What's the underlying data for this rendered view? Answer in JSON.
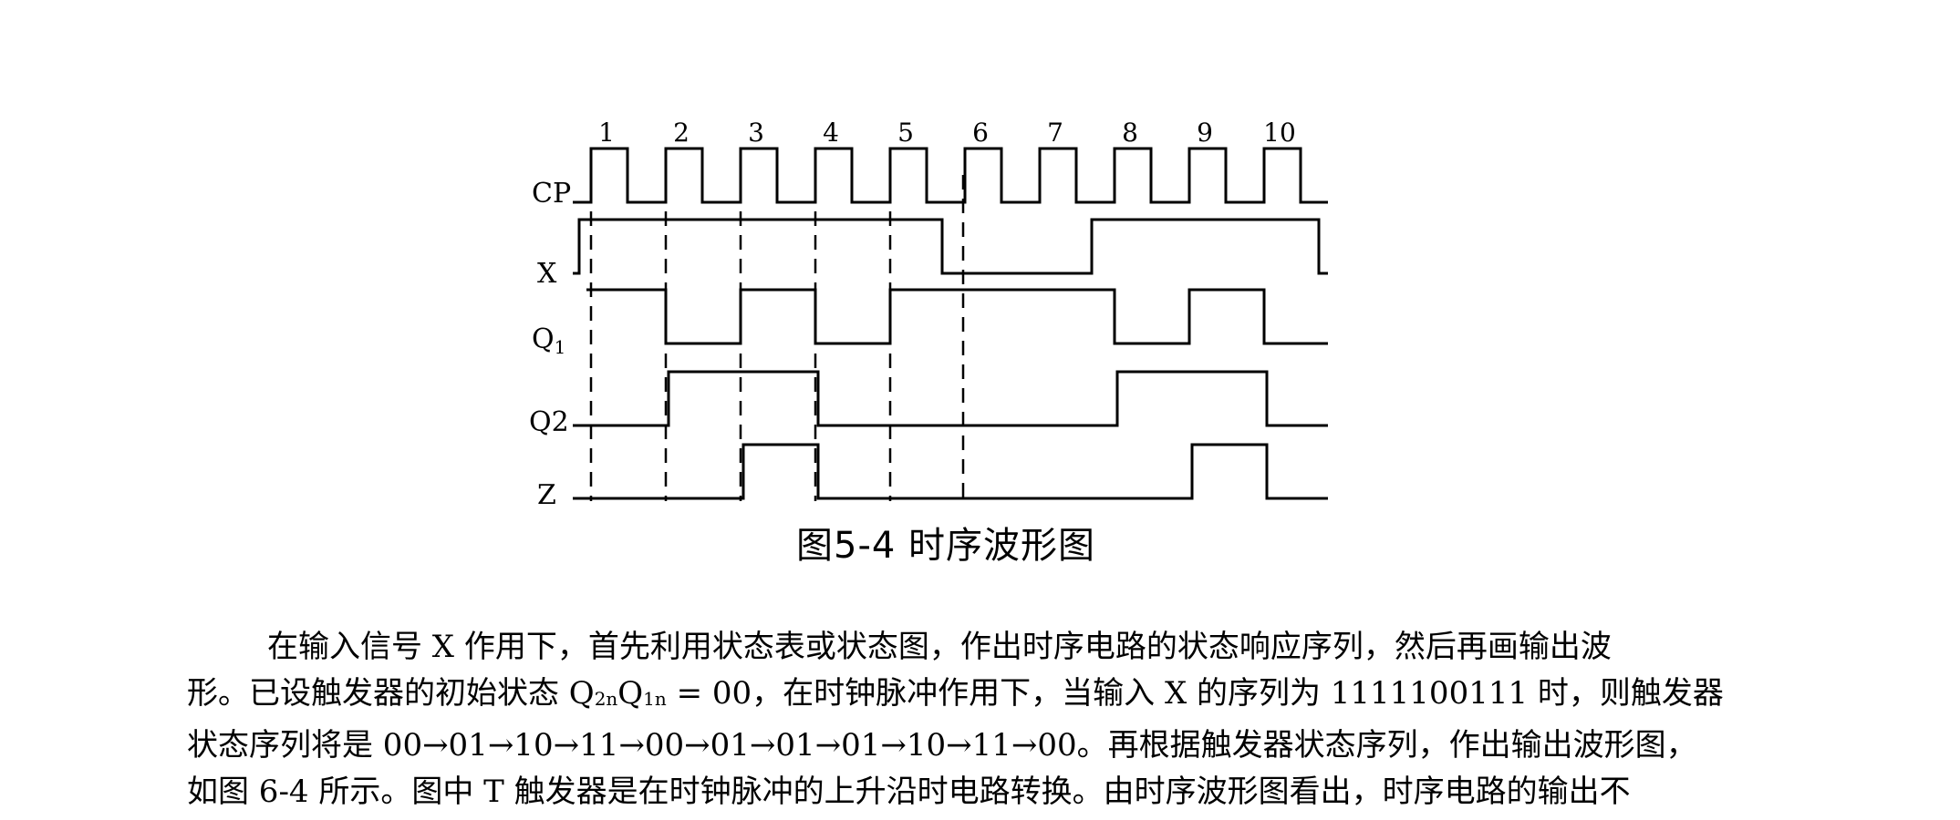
{
  "signals": [
    {
      "name": "CP",
      "label": "CP"
    },
    {
      "name": "X",
      "label": "X"
    },
    {
      "name": "Q1",
      "label": "Q",
      "sub": "1"
    },
    {
      "name": "Q2",
      "label": "Q2"
    },
    {
      "name": "Z",
      "label": "Z"
    }
  ],
  "pulse_numbers": [
    "1",
    "2",
    "3",
    "4",
    "5",
    "6",
    "7",
    "8",
    "9",
    "10"
  ],
  "waveforms": {
    "CP_pulses": 10,
    "X": [
      1,
      1,
      1,
      1,
      1,
      0,
      0,
      1,
      1,
      1
    ],
    "Q1": [
      1,
      0,
      1,
      0,
      1,
      1,
      1,
      0,
      1,
      0
    ],
    "Q2": [
      0,
      1,
      1,
      0,
      0,
      0,
      0,
      1,
      1,
      0
    ],
    "Z": [
      0,
      0,
      1,
      0,
      0,
      0,
      0,
      0,
      1,
      0
    ]
  },
  "caption": "图5-4  时序波形图",
  "paragraph": {
    "line1": "在输入信号 X 作用下，首先利用状态表或状态图，作出时序电路的状态响应序列，然后再画输出波",
    "line2_a": "形。已设触发器的初始状态 Q",
    "line2_sub1": "2n",
    "line2_b": "Q",
    "line2_sub2": "1n",
    "line2_c": " = 00，在时钟脉冲作用下，当输入 X 的序列为 1111100111 时，则触发器",
    "line3": "状态序列将是 00→01→10→11→00→01→01→01→10→11→00。再根据触发器状态序列，作出输出波形图，",
    "line4": "如图 6-4 所示。图中 T 触发器是在时钟脉冲的上升沿时电路转换。由时序波形图看出，时序电路的输出不"
  },
  "colors": {
    "ink": "#000000",
    "background": "#ffffff"
  }
}
